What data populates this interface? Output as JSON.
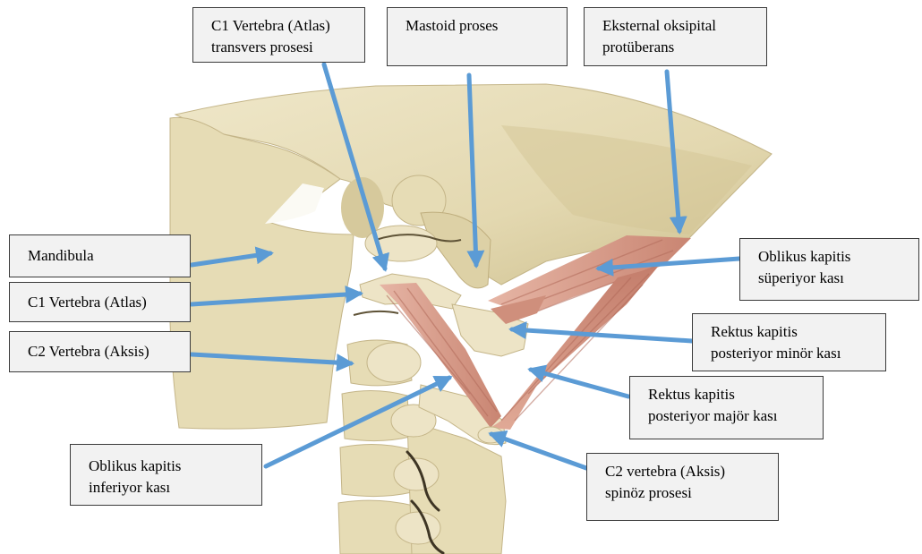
{
  "figure": {
    "labels": {
      "c1_transverse_process": {
        "line1": "C1 Vertebra (Atlas)",
        "line2": "transvers prosesi"
      },
      "mastoid_process": {
        "line1": "Mastoid proses"
      },
      "external_occipital_protuberance": {
        "line1": "Eksternal oksipital",
        "line2": "protüberans"
      },
      "mandible": {
        "line1": "Mandibula"
      },
      "c1_vertebra": {
        "line1": "C1 Vertebra (Atlas)"
      },
      "c2_vertebra": {
        "line1": "C2 Vertebra (Aksis)"
      },
      "obliquus_superior": {
        "line1": "Oblikus kapitis",
        "line2": "süperiyor kası"
      },
      "rectus_minor": {
        "line1": "Rektus kapitis",
        "line2": "posteriyor minör kası"
      },
      "rectus_major": {
        "line1": "Rektus kapitis",
        "line2": "posteriyor majör kası"
      },
      "obliquus_inferior": {
        "line1": "Oblikus kapitis",
        "line2": "inferiyor kası"
      },
      "c2_spinous_process": {
        "line1": "C2 vertebra (Aksis)",
        "line2": "spinöz prosesi"
      }
    }
  },
  "colors": {
    "arrow": "#5b9bd5",
    "label_fill": "#f2f2f2",
    "label_border": "#3a3a3a",
    "bone": "#e6dcb5",
    "bone_edge": "#c4b588",
    "muscle_dark": "#b06a5a",
    "text": "#000000"
  }
}
